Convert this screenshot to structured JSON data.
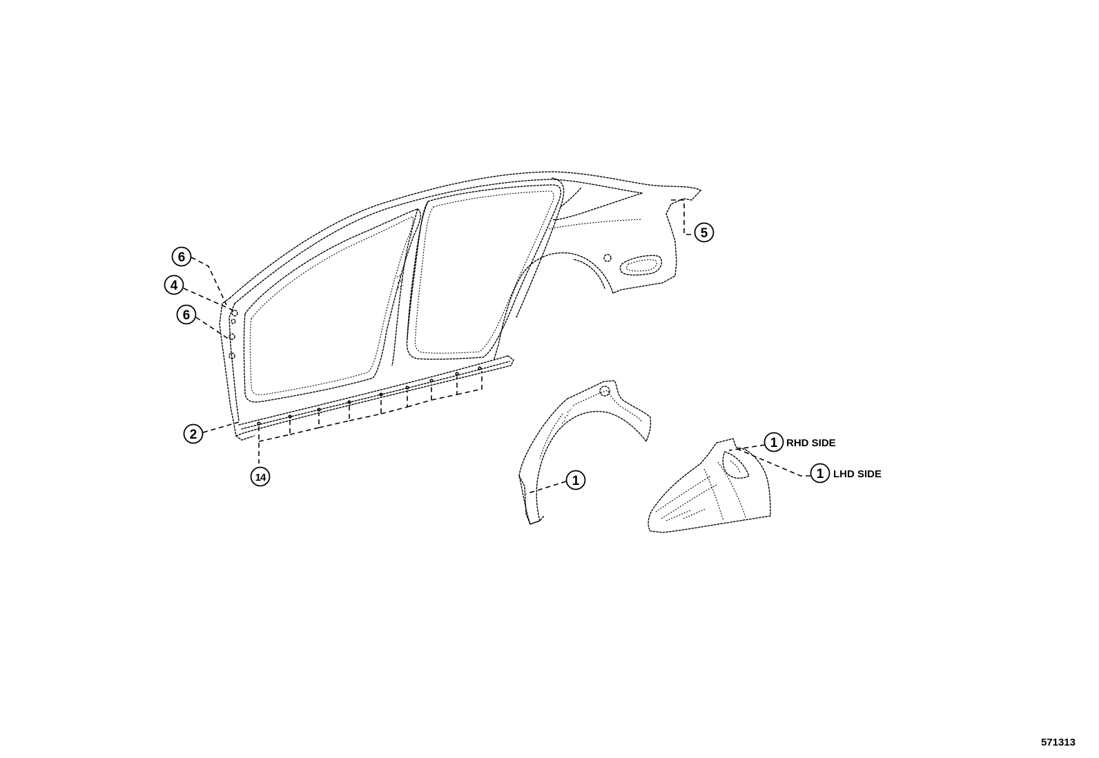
{
  "callouts": {
    "c6_top": "6",
    "c4": "4",
    "c6_lower": "6",
    "c2": "2",
    "c14": "14",
    "c5": "5",
    "c1_front": "1",
    "c1_rhd": "1",
    "c1_lhd": "1"
  },
  "labels": {
    "rhd_side": "RHD SIDE",
    "lhd_side": "LHD SIDE"
  },
  "reference_code": "571313"
}
